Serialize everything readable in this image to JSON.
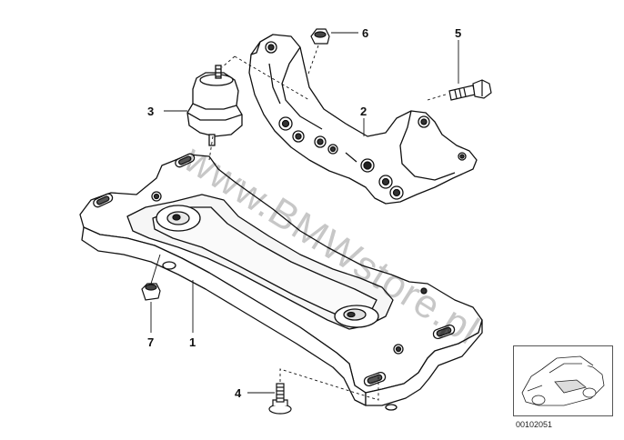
{
  "part_numbers": {
    "p1": "1",
    "p2": "2",
    "p3": "3",
    "p4": "4",
    "p5": "5",
    "p6": "6",
    "p7": "7"
  },
  "watermark": "www.BMWstore.pl",
  "diagram_code": "00102051"
}
